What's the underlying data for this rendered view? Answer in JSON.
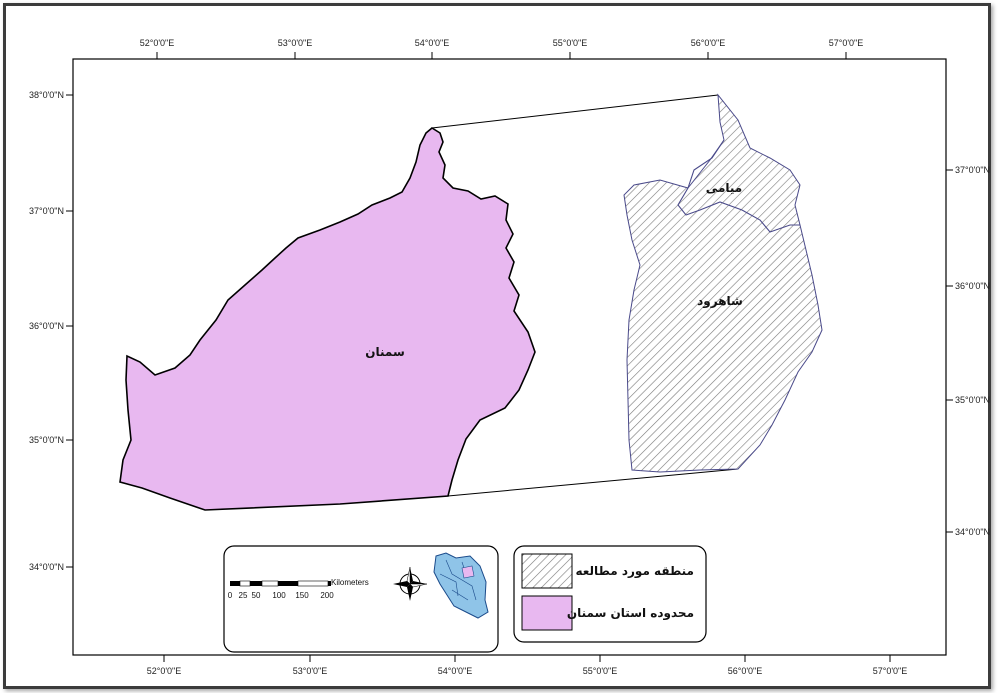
{
  "map": {
    "top_ticks": [
      "52°0'0\"E",
      "53°0'0\"E",
      "54°0'0\"E",
      "55°0'0\"E",
      "56°0'0\"E",
      "57°0'0\"E"
    ],
    "bottom_ticks": [
      "52°0'0\"E",
      "53°0'0\"E",
      "54°0'0\"E",
      "55°0'0\"E",
      "56°0'0\"E",
      "57°0'0\"E"
    ],
    "left_ticks": [
      "38°0'0\"N",
      "37°0'0\"N",
      "36°0'0\"N",
      "35°0'0\"N",
      "34°0'0\"N"
    ],
    "right_ticks": [
      "37°0'0\"N",
      "36°0'0\"N",
      "35°0'0\"N",
      "34°0'0\"N"
    ],
    "regions": {
      "semnan": "سمنان",
      "shahroud": "شاهرود",
      "mayamey": "میامی"
    },
    "legend": {
      "study_area": "منطقه مورد مطالعه",
      "province_boundary": "محدوده استان سمنان"
    },
    "scale_bar": {
      "unit": "Kilometers",
      "labels": [
        "0",
        "25",
        "50",
        "100",
        "150",
        "200"
      ]
    },
    "colors": {
      "province_fill": "#e8b8f0",
      "hatch": "#7a7a7a",
      "frame": "#3c3c3c"
    },
    "icons": {
      "north_arrow": "compass-rose-icon",
      "inset": "iran-inset-map"
    }
  }
}
